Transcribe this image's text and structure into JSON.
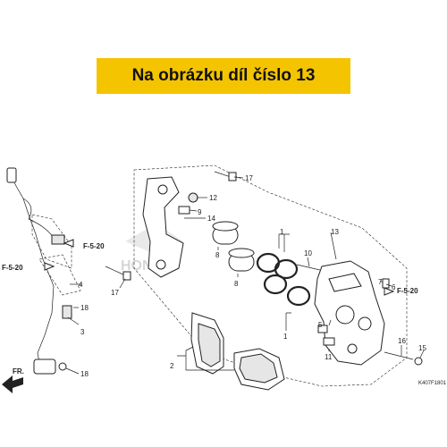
{
  "banner": {
    "text": "Na obrázku díl číslo 13"
  },
  "callouts": [
    {
      "id": "c1",
      "label": "1"
    },
    {
      "id": "c1b",
      "label": "1"
    },
    {
      "id": "c2",
      "label": "2"
    },
    {
      "id": "c3",
      "label": "3"
    },
    {
      "id": "c4",
      "label": "4"
    },
    {
      "id": "c5",
      "label": "5"
    },
    {
      "id": "c6",
      "label": "6"
    },
    {
      "id": "c7",
      "label": "7"
    },
    {
      "id": "c8a",
      "label": "8"
    },
    {
      "id": "c8b",
      "label": "8"
    },
    {
      "id": "c9",
      "label": "9"
    },
    {
      "id": "c10",
      "label": "10"
    },
    {
      "id": "c11",
      "label": "11"
    },
    {
      "id": "c12",
      "label": "12"
    },
    {
      "id": "c13",
      "label": "13"
    },
    {
      "id": "c14",
      "label": "14"
    },
    {
      "id": "c15",
      "label": "15"
    },
    {
      "id": "c16",
      "label": "16"
    },
    {
      "id": "c17a",
      "label": "17"
    },
    {
      "id": "c17b",
      "label": "17"
    },
    {
      "id": "c18a",
      "label": "18"
    },
    {
      "id": "c18b",
      "label": "18"
    }
  ],
  "references": {
    "ref_left_top": "F-5-20",
    "ref_left_mid": "F-5-20",
    "ref_right": "F-5-20"
  },
  "front_label": "FR.",
  "watermark": "HONDA",
  "diagram_code": "K407F1801"
}
